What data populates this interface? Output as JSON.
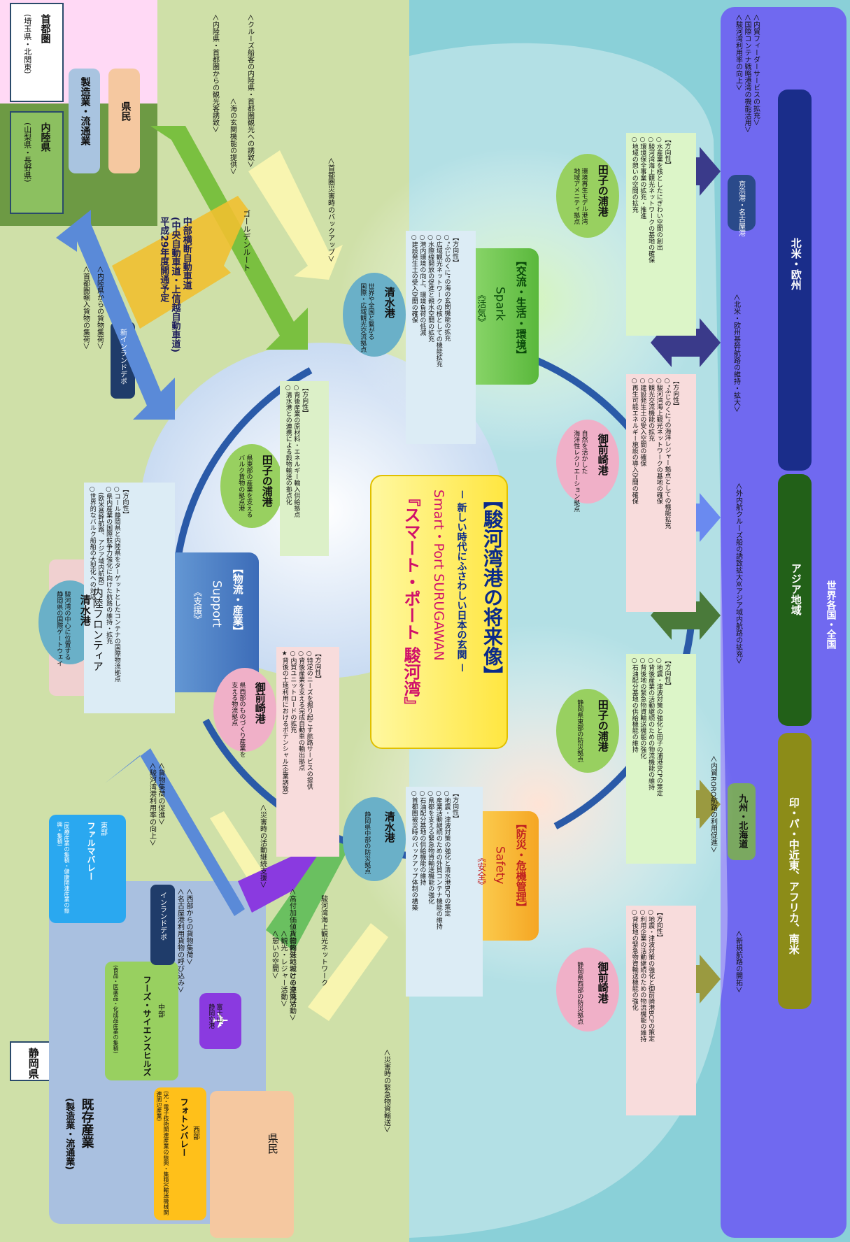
{
  "title": "【駿河湾港の将来像】",
  "subtitle": "－ 新しい時代にふさわしい日本の玄関 －",
  "concept_en": "Smart・Port SURUGAWAN",
  "concept_jp": "『スマート・ポート 駿河湾』",
  "pillars": {
    "support": {
      "title": "【物流・産業】",
      "en": "Support",
      "jp": "《支援》"
    },
    "spark": {
      "title": "【交流・生活・環境】",
      "en": "Spark",
      "jp": "《活気》"
    },
    "safety": {
      "title": "【防災・危機管理】",
      "en": "Safety",
      "jp": "《安全》"
    }
  },
  "ports": {
    "shimizu_logistics": {
      "name": "清水港",
      "desc": "駿河湾の中心に位置する\n静岡県の国際ゲートウェイ"
    },
    "tagonoura_logistics": {
      "name": "田子の浦港",
      "desc": "県東部の産業を支える\nバルク貨物の拠点港"
    },
    "omaezaki_logistics": {
      "name": "御前崎港",
      "desc": "県西部のものづくり産業を\n支える物流拠点"
    },
    "shimizu_exchange": {
      "name": "清水港",
      "desc": "世界や全国と繋がる\n国際・広域観光交流拠点"
    },
    "omaezaki_exchange": {
      "name": "御前崎港",
      "desc": "自然を活かした\n海洋性レクリエーション拠点"
    },
    "tagonoura_exchange": {
      "name": "田子の浦港",
      "desc": "環境再生モデル港湾\n地域アメニティ拠点"
    },
    "shimizu_safety": {
      "name": "清水港",
      "desc": "静岡県中部の防災拠点"
    },
    "tagonoura_safety": {
      "name": "田子の浦港",
      "desc": "静岡県東部の防災拠点"
    },
    "omaezaki_safety": {
      "name": "御前崎港",
      "desc": "静岡県西部の防災拠点"
    }
  },
  "directions": {
    "shimizu_logistics": "【方向性】\n○コール静岡県と内陸県をターゲットとしたコンテナの国際物流拠点\n○県内産業の国際競争力強化に向けた航路の維持・拡充\n　(欧米基幹航路、アジア域内航路)\n○世界的なバルク船舶の大型化への対応",
    "tagonoura_logistics": "【方向性】\n○背後産業の原材料・エネルギー輸入供給拠点\n○清水港との連携による穀物輸送の拠点化",
    "omaezaki_logistics": "【方向性】\n○特定のニーズを掘り起こす航路サービスの提供\n○背後産業を支える完成自動車の輸出拠点\n○内貿ユニットロードの拡充\n★背後の土地利用におけるポテンシャル(企業誘致)",
    "shimizu_exchange": "【方向性】\n○\"ふじのくに\"の海の玄関機能の拡充\n○広域観光ネットワークの核としての機能拡充\n○水際線開放の促進と親水空間の拡充\n○港内環境の向上、環境負荷の低減\n○建設発生土の受入空間の確保",
    "omaezaki_exchange": "【方向性】\n○\"ふじのくに\"の海洋レジャー拠点としての機能拡充\n○駿河湾海上観光ネットワークの基地の確保\n○観光交流機能の拡充\n○建設発生土の受入空間の確保\n○再生可能エネルギー施設の導入空間の確保",
    "tagonoura_exchange": "【方向性】\n○水産業を核としたにぎわい空間の創出\n○駿河湾海上観光ネットワークの基地の確保\n○環境保全事業の拡充・推進\n○地域の憩いの空間の拡充",
    "shimizu_safety": "【方向性】\n○地震・津波対策の強化と清水港BCPの策定\n○産業活動継続のための外貿コンテナ機能の維持\n○県都を支える緊急物資輸送機能の強化\n○石油配分基地の供給機能の維持\n○首都圏被災時のバックアップ体制の構築",
    "tagonoura_safety": "【方向性】\n○地震・津波対策の強化と田子の浦港BCPの策定\n○背後産業の活動継続のための物流機能の維持\n○背後地の緊急物資輸送機能の強化\n○石油配分基地の供給機能の維持",
    "omaezaki_safety": "【方向性】\n○地震・津波対策の強化と御前崎港BCPの策定\n○利用企業の活動継続のための物流機能の維持\n○背後地の緊急物資輸送機能の強化"
  },
  "regions": {
    "shutoken": {
      "name": "首都圏",
      "sub": "(埼玉県・北関東)"
    },
    "nairikuken": {
      "name": "内陸県",
      "sub": "(山梨県・長野県)"
    },
    "shizuoka": "静岡県",
    "seizo": "製造業・流通業",
    "kenmin_top": "県民",
    "kenmin": "県民",
    "naiiku_frontier": "内陸フロンティア",
    "kison": {
      "name": "既存産業",
      "sub": "(製造業・流通業)"
    },
    "tobu": {
      "area": "東部",
      "name": "ファルマバレー",
      "sub": "(医療産業の集積・健康関連産業の振興・集積)"
    },
    "chubu": {
      "area": "中部",
      "name": "フーズ・サイエンスヒルズ",
      "sub": "(食品・医薬品・化成品産業の集積)"
    },
    "seibu": {
      "area": "西部",
      "name": "フォトンバレー",
      "sub": "(光・電子技術関連産業の振興・集積)(輸送機械関連周辺産業)"
    },
    "airport": "富士山\n静岡空港",
    "inland_depot": "新インランドデポ",
    "inland_depot2": "インランドデポ"
  },
  "arrows": {
    "shutoken_exports": "＜首都圏輸入貨物の集荷＞",
    "nairiku_cargo": "＜内陸県からの貨物集荷＞",
    "tourism_in": "＜内陸県・首都圏からの観光客誘致＞",
    "sea_gateway": "＜海の玄関機能の提供＞",
    "cruise_tour": "＜クルーズ船客の内陸県・首都圏観光への誘致＞",
    "backup": "＜首都圏災害時のバックアップ＞",
    "chubu_highway": "中部横断自動車道\n(中央自動車道・上信越自動車道)\n平成29年度開通予定",
    "golden_route": "ゴールデンルート",
    "cargo_collect": "＜貨物集荷の促進＞\n＜駿河湾港利用率の向上＞",
    "west_cargo": "＜西部からの貨物集荷＞\n＜名古屋港利用貨物の呼び込み＞",
    "disaster_relief": "＜災害時の活動継続支援＞",
    "high_value": "＜高付加価値貨物輸送における連携＞",
    "local_exchange": "＜国内外地域との交流活動＞\n＜観光・レジャー活動＞\n＜憩いの空間＞",
    "suruga_network": "駿河湾海上観光ネットワーク",
    "emergency_goods": "＜災害時の緊急物資輸送＞"
  },
  "world": {
    "header": "世界各国・全国",
    "north_america_europe": "北米・欧州",
    "asia": "アジア地域",
    "kyushu": "九州・北海道",
    "india": "印・パ・中近東、アフリカ、南米",
    "route_na": "＜北米・欧州基幹航路の維持・拡大＞",
    "route_feeder": "＜内貿フィーダーサービスの拡充＞\n＜国際コンテナ戦略港湾の機能活用＞\n＜駿河湾利用率の向上＞",
    "keihin": "京浜港・名古屋港",
    "route_cruise": "＜外内航クルーズ船の誘致拡大＞",
    "route_asia": "＜アジア域内航路の拡充＞",
    "route_roro": "＜内貿RORO航路の利用促進＞",
    "route_new": "＜新規航路の開拓＞"
  },
  "colors": {
    "left_bg": "#cfe0a8",
    "gateway_bg": "#8ad0d8",
    "north_america": "#1a2d8a",
    "world_bar": "#7069f0",
    "asia": "#226018",
    "india": "#8c8c18"
  }
}
